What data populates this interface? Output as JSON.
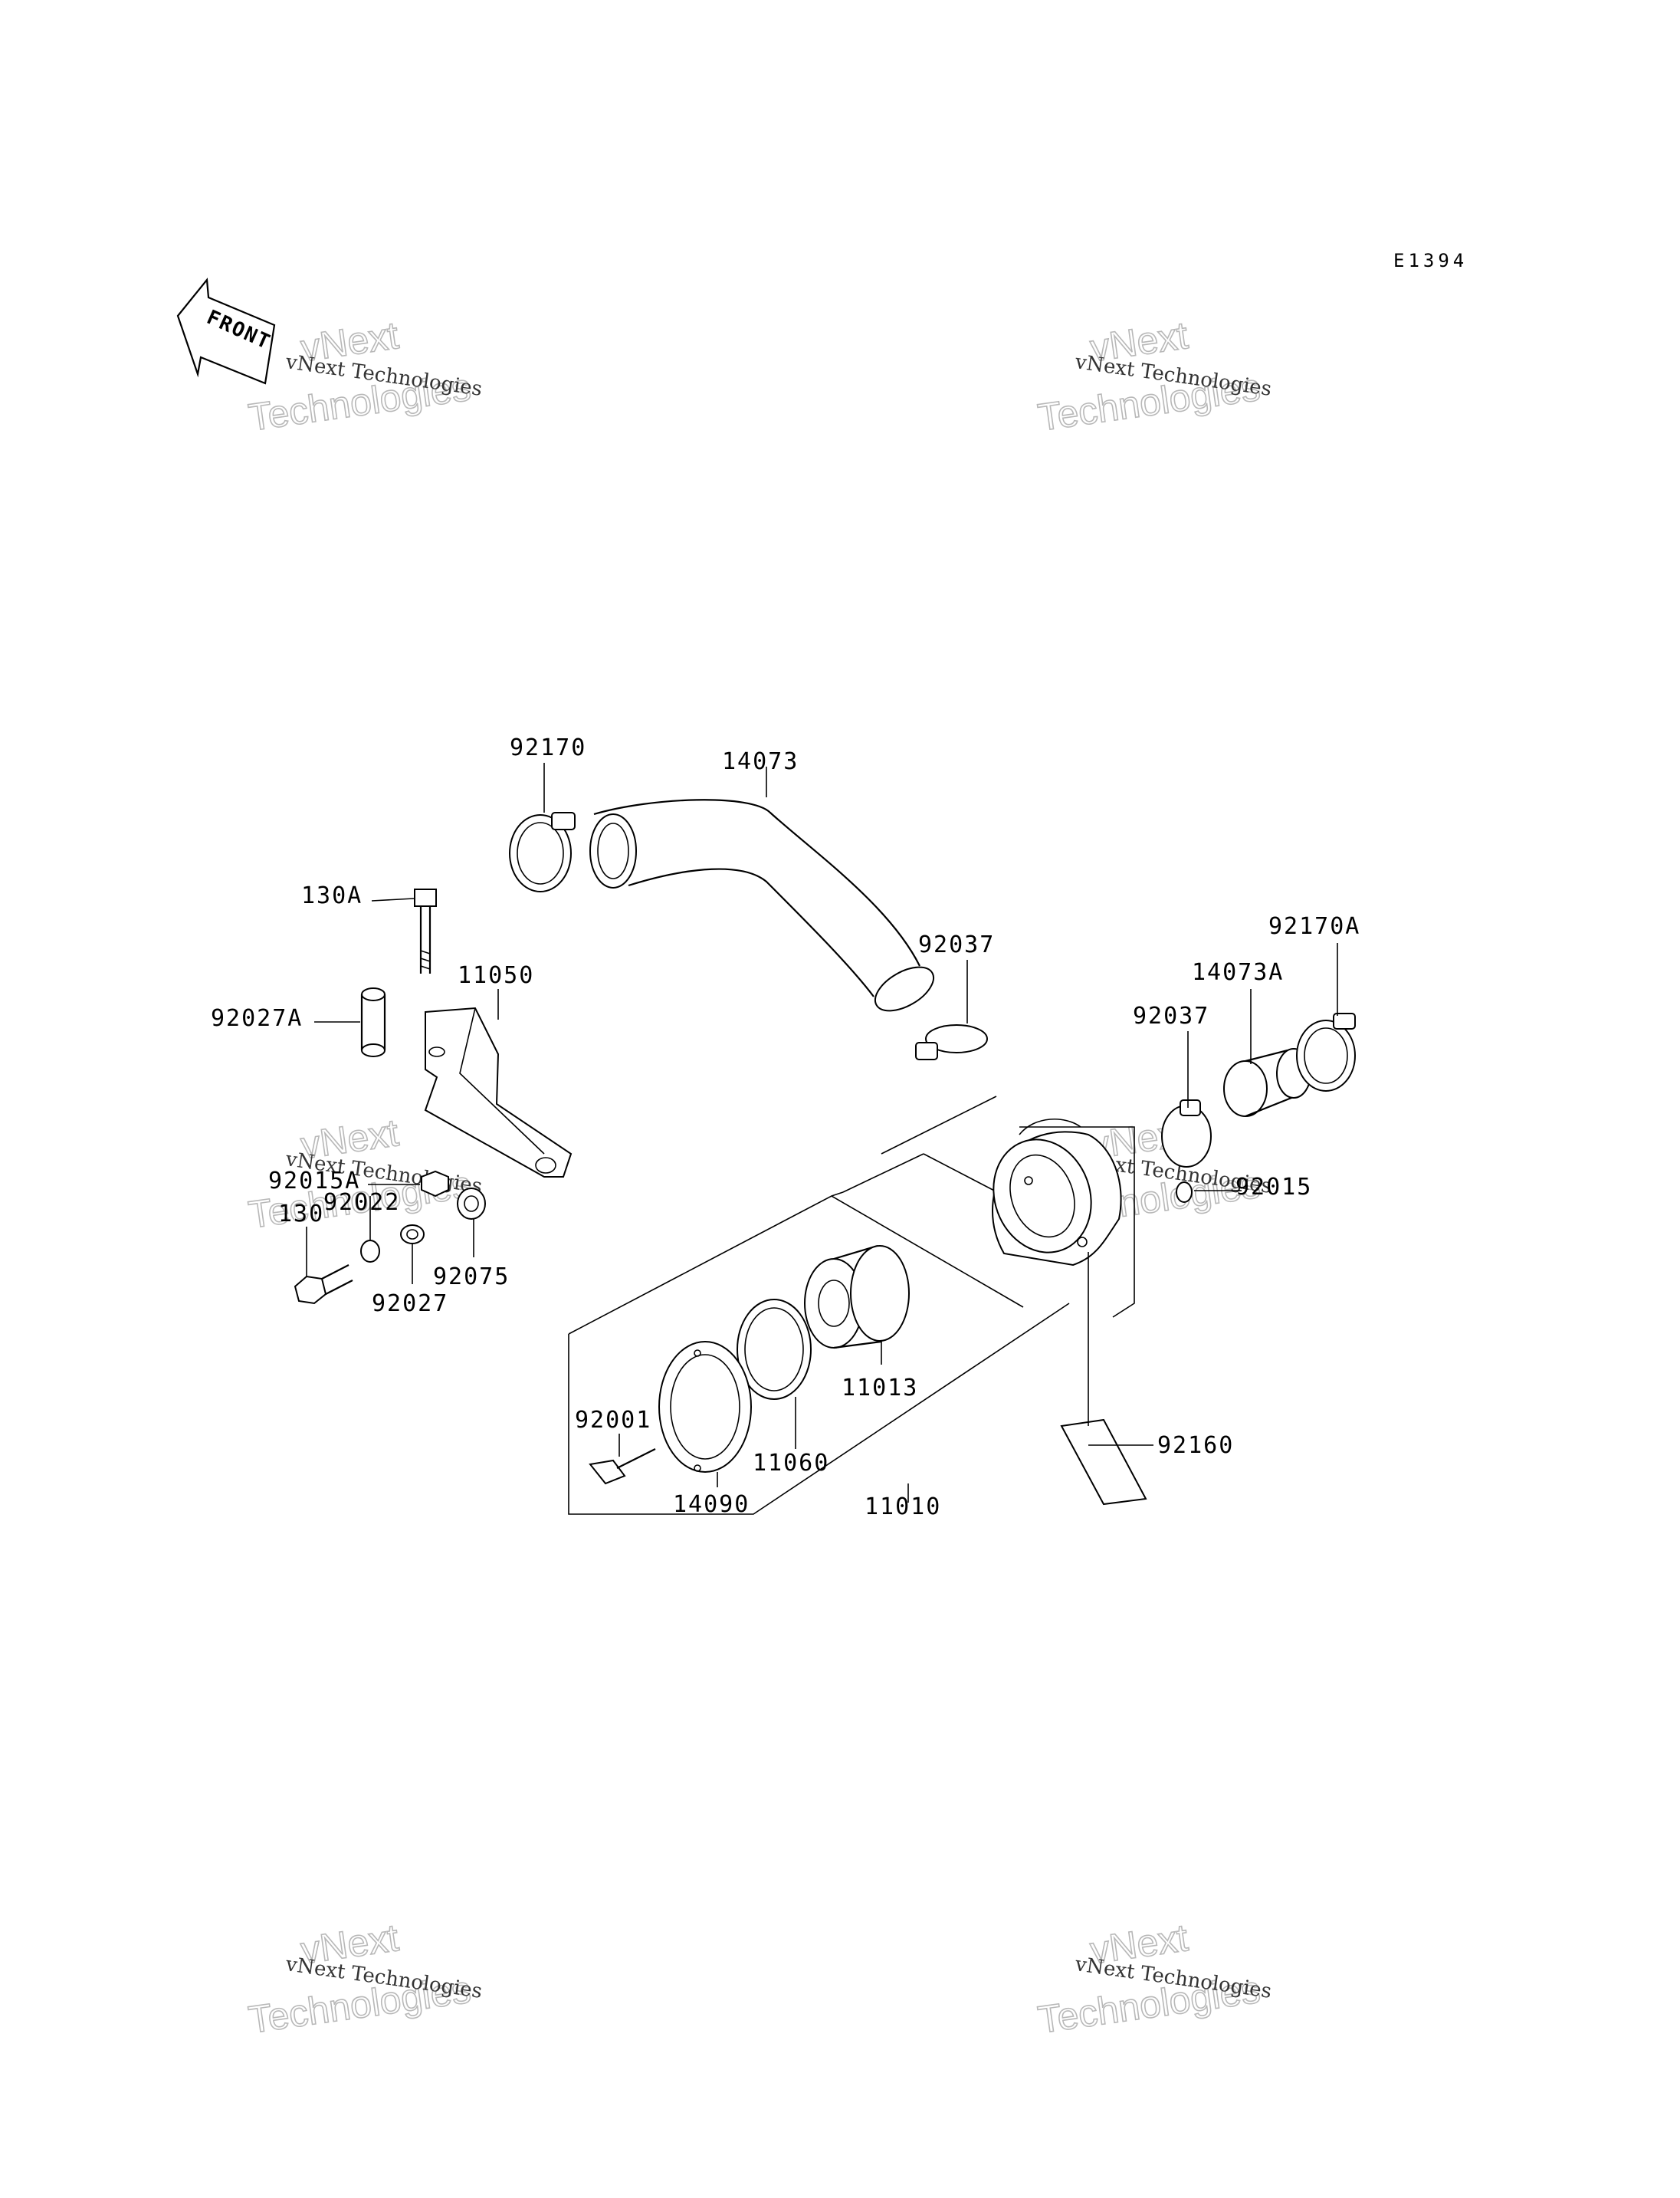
{
  "diagram_code": "E1394",
  "front_label": "FRONT",
  "watermark": {
    "line1": "vNext Technologies",
    "line2": "vNext",
    "line3": "Technologies"
  },
  "parts": {
    "p92170": "92170",
    "p14073": "14073",
    "p130A": "130A",
    "p11050": "11050",
    "p92027A": "92027A",
    "p92037a": "92037",
    "p92170A": "92170A",
    "p14073A": "14073A",
    "p92037b": "92037",
    "p92015A": "92015A",
    "p92022": "92022",
    "p130": "130",
    "p92075": "92075",
    "p92027": "92027",
    "p92015": "92015",
    "p11013": "11013",
    "p92001": "92001",
    "p11060": "11060",
    "p14090": "14090",
    "p11010": "11010",
    "p92160": "92160"
  }
}
